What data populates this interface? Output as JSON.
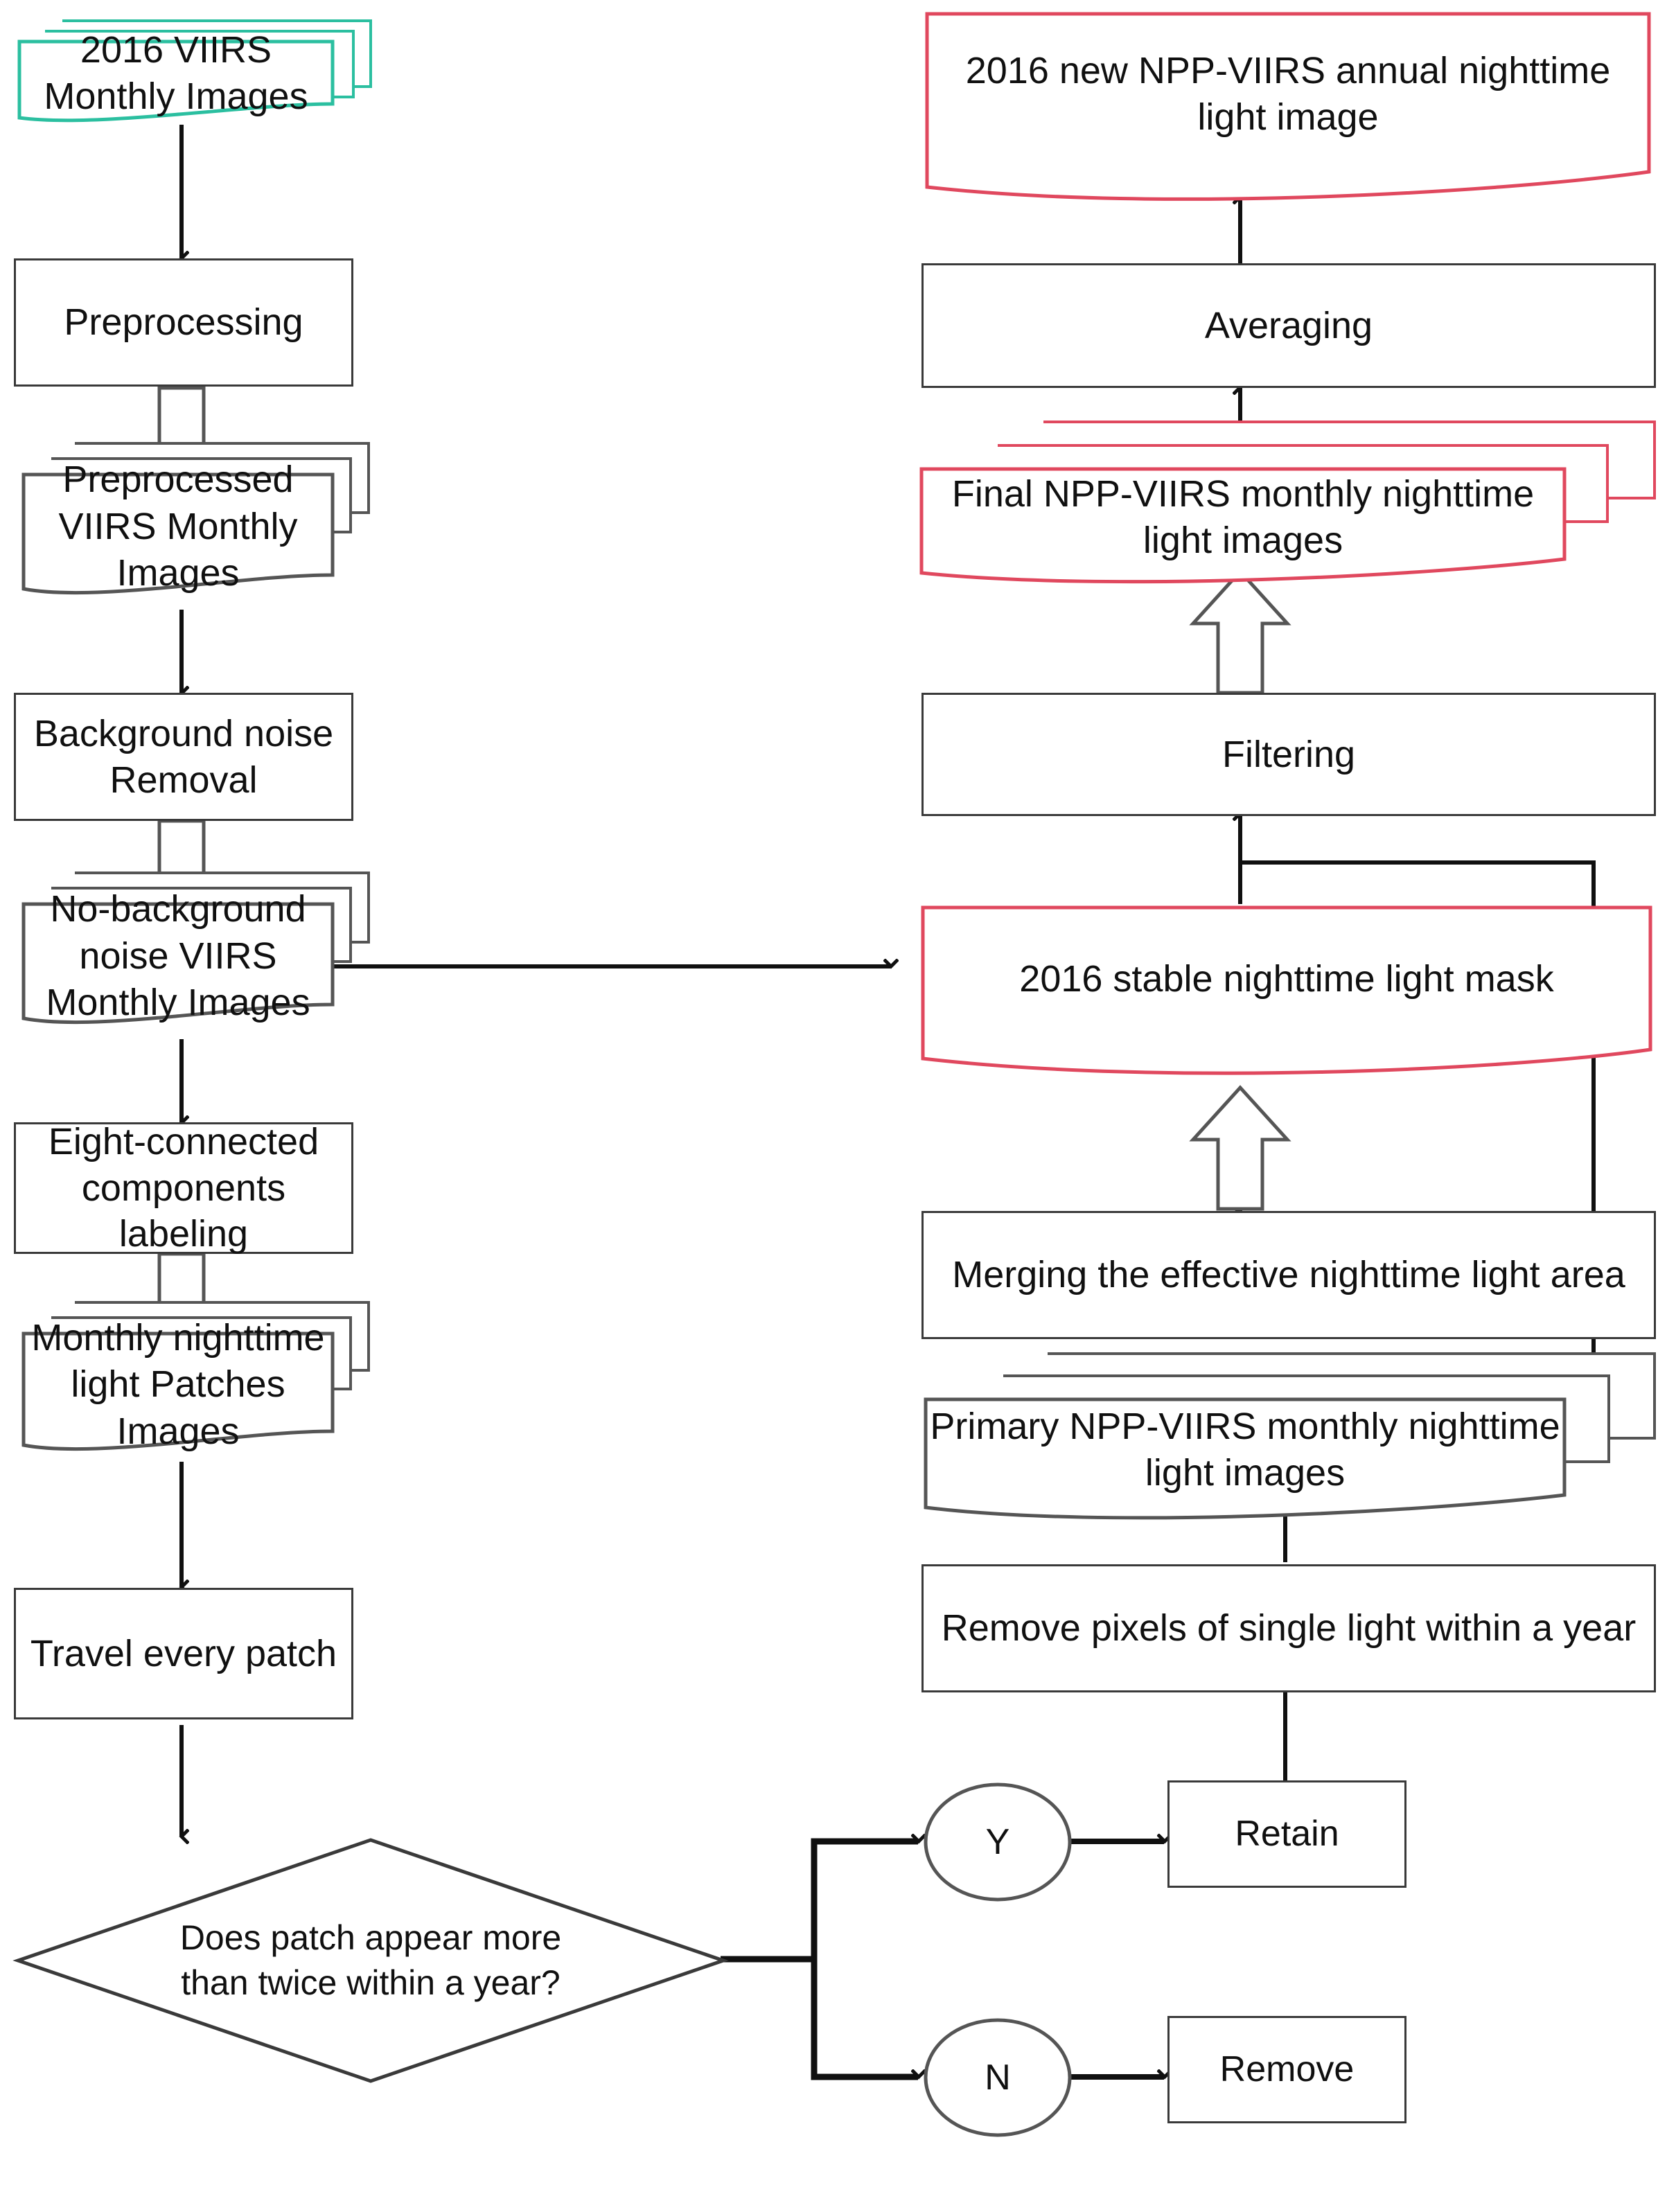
{
  "diagram": {
    "title_present": false,
    "colors": {
      "teal_outline": "#2bbfa0",
      "red_outline": "#e0485e",
      "dark_outline": "#3a3a3a",
      "text": "#101010",
      "background": "#ffffff"
    },
    "left_column": {
      "source_images": "2016 VIIRS Monthly Images",
      "preprocessing": "Preprocessing",
      "preprocessed_images": "Preprocessed VIIRS Monthly Images",
      "background_noise_removal": "Background noise Removal",
      "no_background_images": "No-background noise VIIRS Monthly Images",
      "eight_connected": "Eight-connected components labeling",
      "patches_images": "Monthly nighttime light Patches Images",
      "travel_patch": "Travel every patch",
      "decision": "Does patch appear more than twice within a year?"
    },
    "branches": {
      "yes_label": "Y",
      "no_label": "N",
      "retain": "Retain",
      "remove": "Remove"
    },
    "right_column": {
      "annual_image": "2016 new NPP-VIIRS annual nighttime light image",
      "averaging": "Averaging",
      "final_monthly_images": "Final NPP-VIIRS monthly nighttime light images",
      "filtering": "Filtering",
      "stable_mask": "2016 stable nighttime light mask",
      "merging": "Merging the effective nighttime light area",
      "primary_monthly_images": "Primary NPP-VIIRS monthly nighttime light images",
      "remove_single_light": "Remove pixels of single light within a year"
    }
  }
}
